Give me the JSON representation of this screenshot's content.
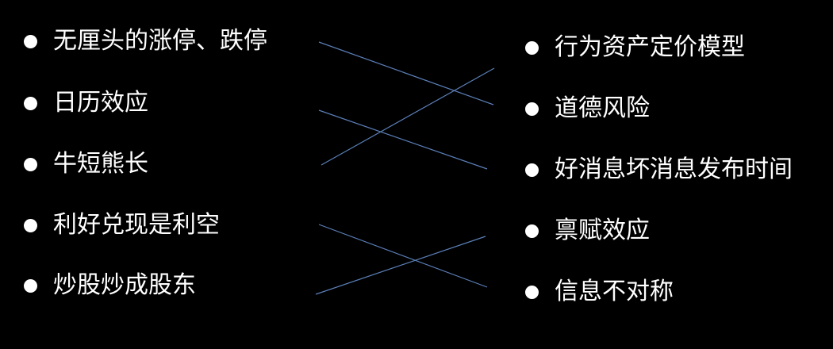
{
  "left_items": [
    "无厘头的涨停、跌停",
    "日历效应",
    "牛短熊长",
    "利好兑现是利空",
    "炒股炒成股东"
  ],
  "right_items": [
    "行为资产定价模型",
    "道德风险",
    "好消息坏消息发布时间",
    "禀赋效应",
    "信息不对称"
  ],
  "connections": [
    {
      "from": "无厘头的涨停、跌停",
      "to": "道德风险"
    },
    {
      "from": "日历效应",
      "to": "好消息坏消息发布时间"
    },
    {
      "from": "牛短熊长",
      "to": "行为资产定价模型"
    },
    {
      "from": "利好兑现是利空",
      "to": "信息不对称"
    },
    {
      "from": "炒股炒成股东",
      "to": "禀赋效应"
    }
  ],
  "colors": {
    "background": "#000000",
    "text": "#ffffff",
    "bullet": "#ffffff",
    "connector": "#5b7fb8"
  }
}
